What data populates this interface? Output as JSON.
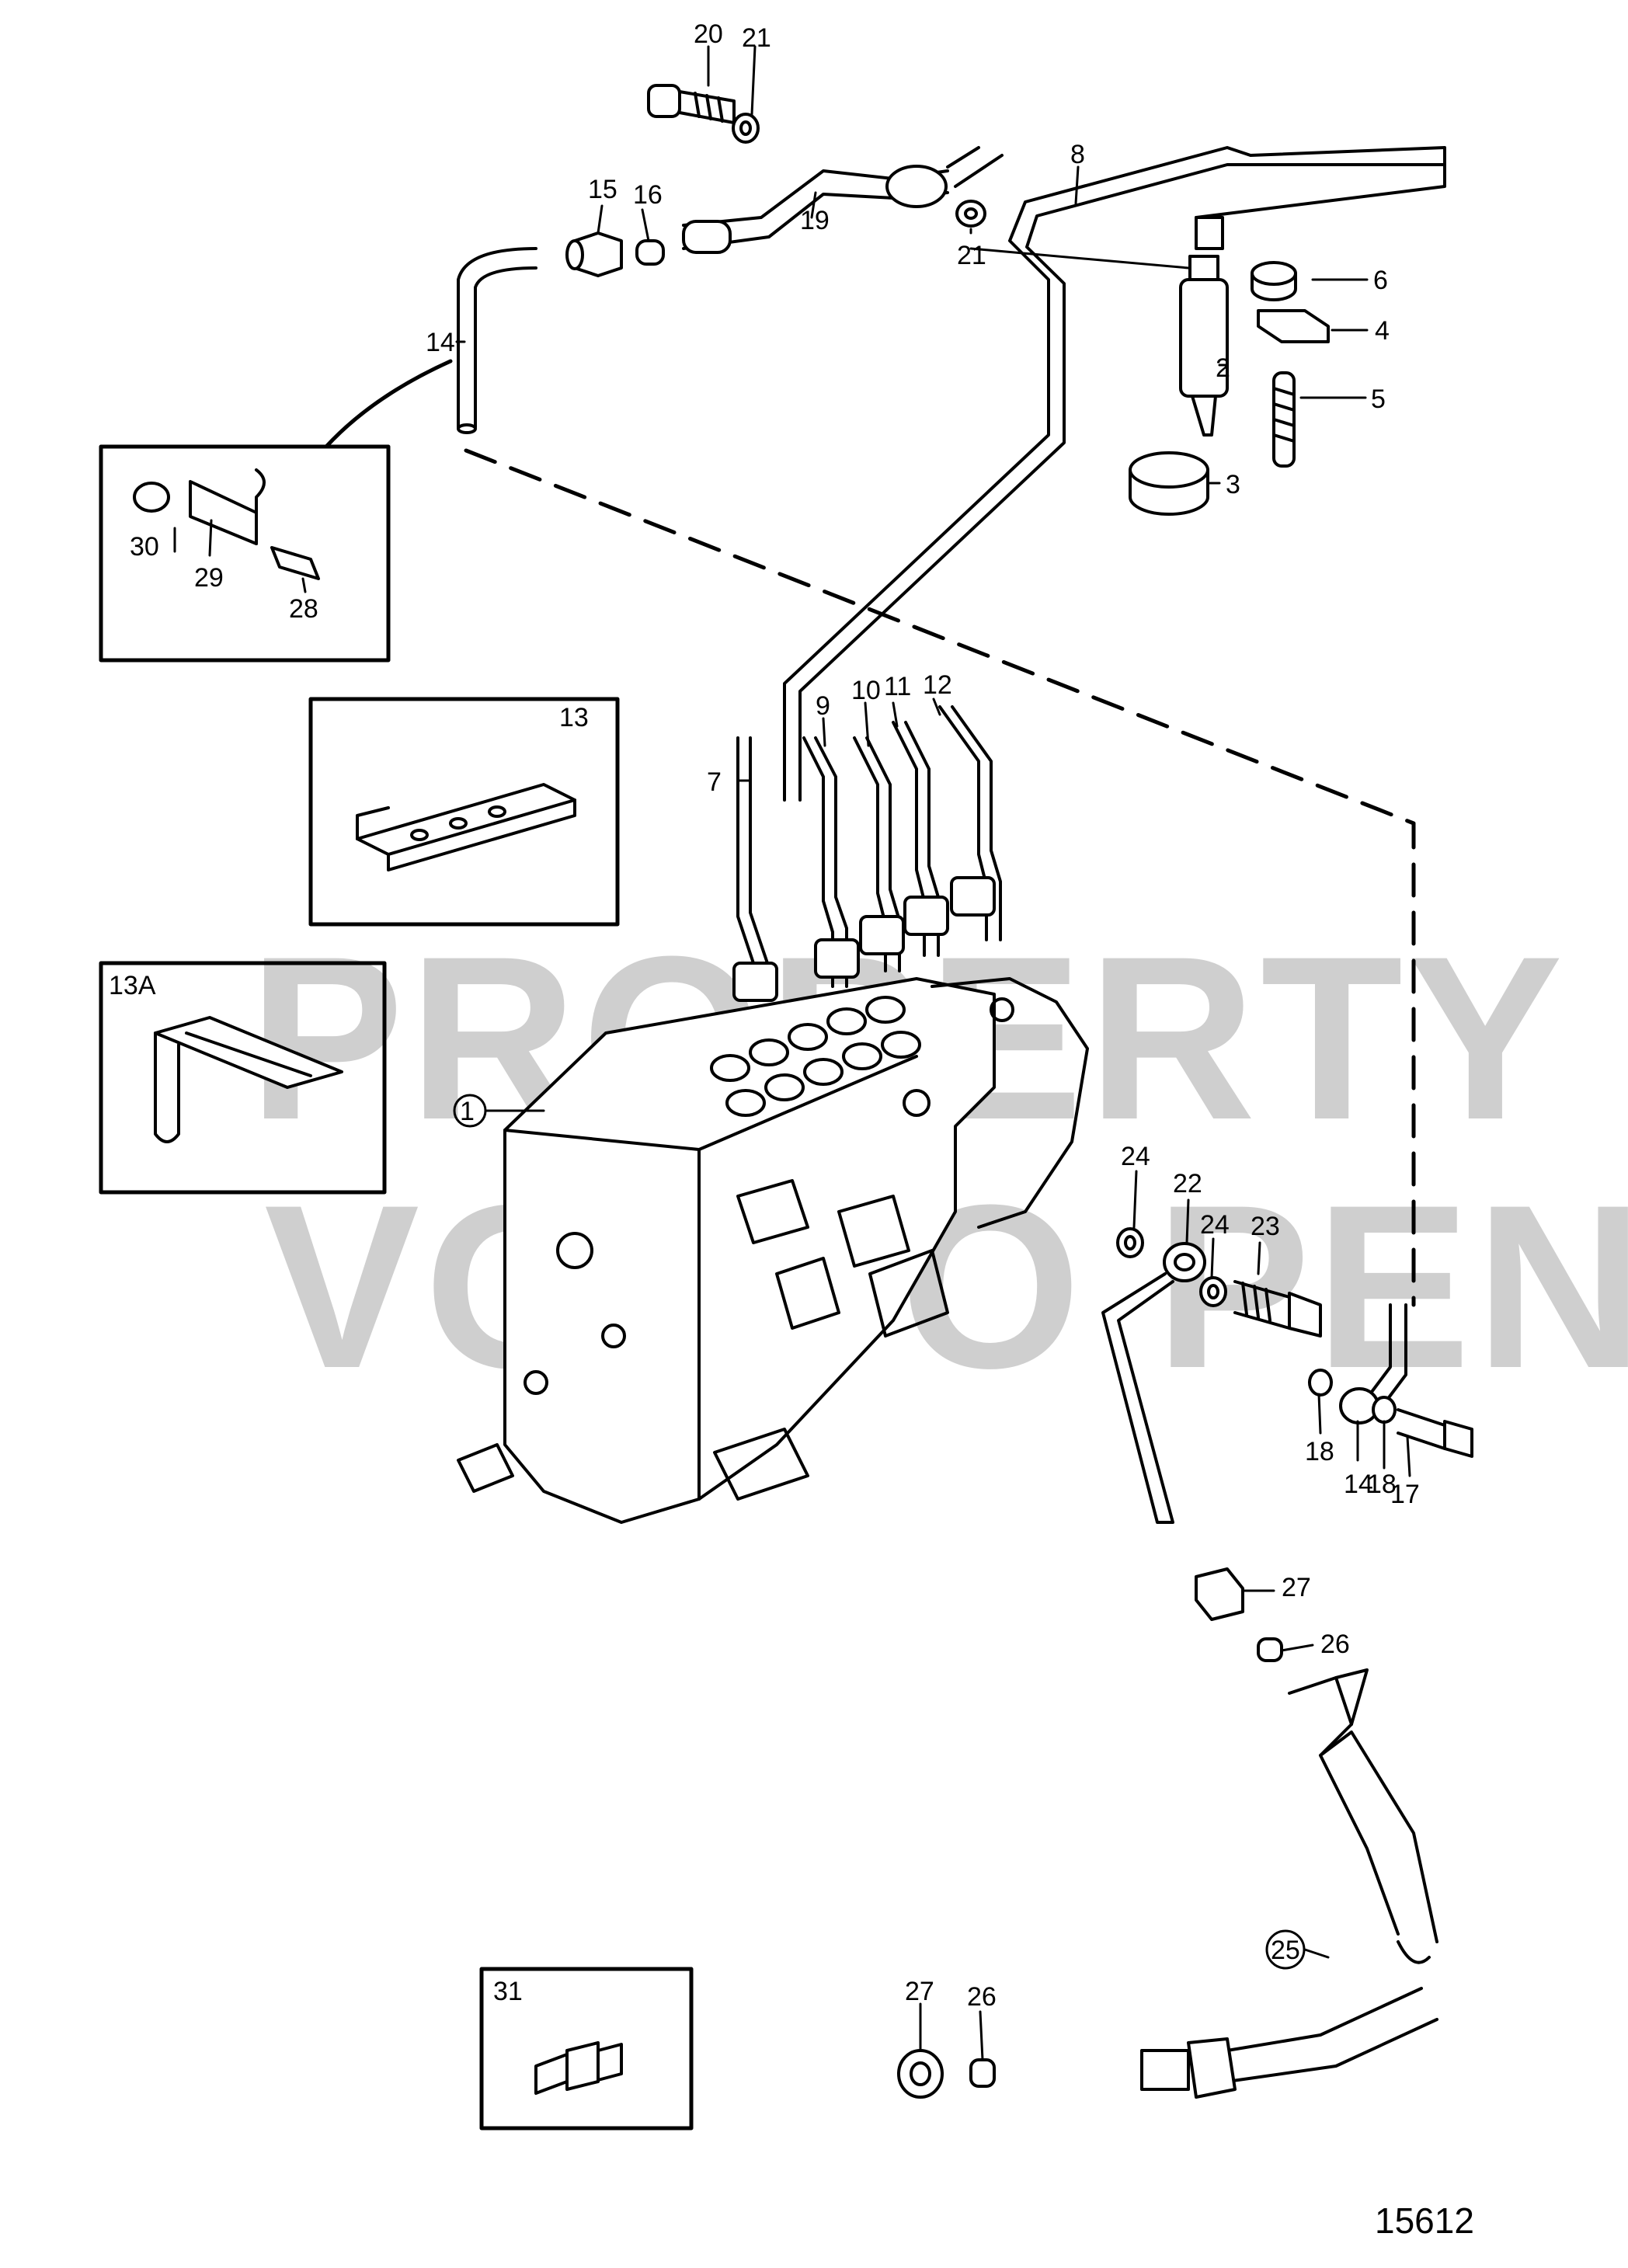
{
  "watermark": {
    "line1": "PROPERTY OF",
    "line2": "VOLVO PENTA"
  },
  "figure_number": "15612",
  "insets": {
    "bracket_clip": {
      "callouts": [
        "30",
        "29",
        "28"
      ]
    },
    "bracket_13": {
      "title": "13"
    },
    "bracket_13a": {
      "title": "13A"
    },
    "nipple_31": {
      "title": "31"
    }
  },
  "callouts": {
    "c1": "1",
    "c2": "2",
    "c3": "3",
    "c4": "4",
    "c5": "5",
    "c6": "6",
    "c7": "7",
    "c8": "8",
    "c9": "9",
    "c10": "10",
    "c11": "11",
    "c12": "12",
    "c14a": "14",
    "c14b": "14",
    "c15": "15",
    "c16": "16",
    "c17": "17",
    "c18a": "18",
    "c18b": "18",
    "c19": "19",
    "c20": "20",
    "c21a": "21",
    "c21b": "21",
    "c22": "22",
    "c23": "23",
    "c24a": "24",
    "c24b": "24",
    "c25": "25",
    "c26a": "26",
    "c26b": "26",
    "c27a": "27",
    "c27b": "27",
    "c28": "28",
    "c29": "29",
    "c30": "30"
  }
}
